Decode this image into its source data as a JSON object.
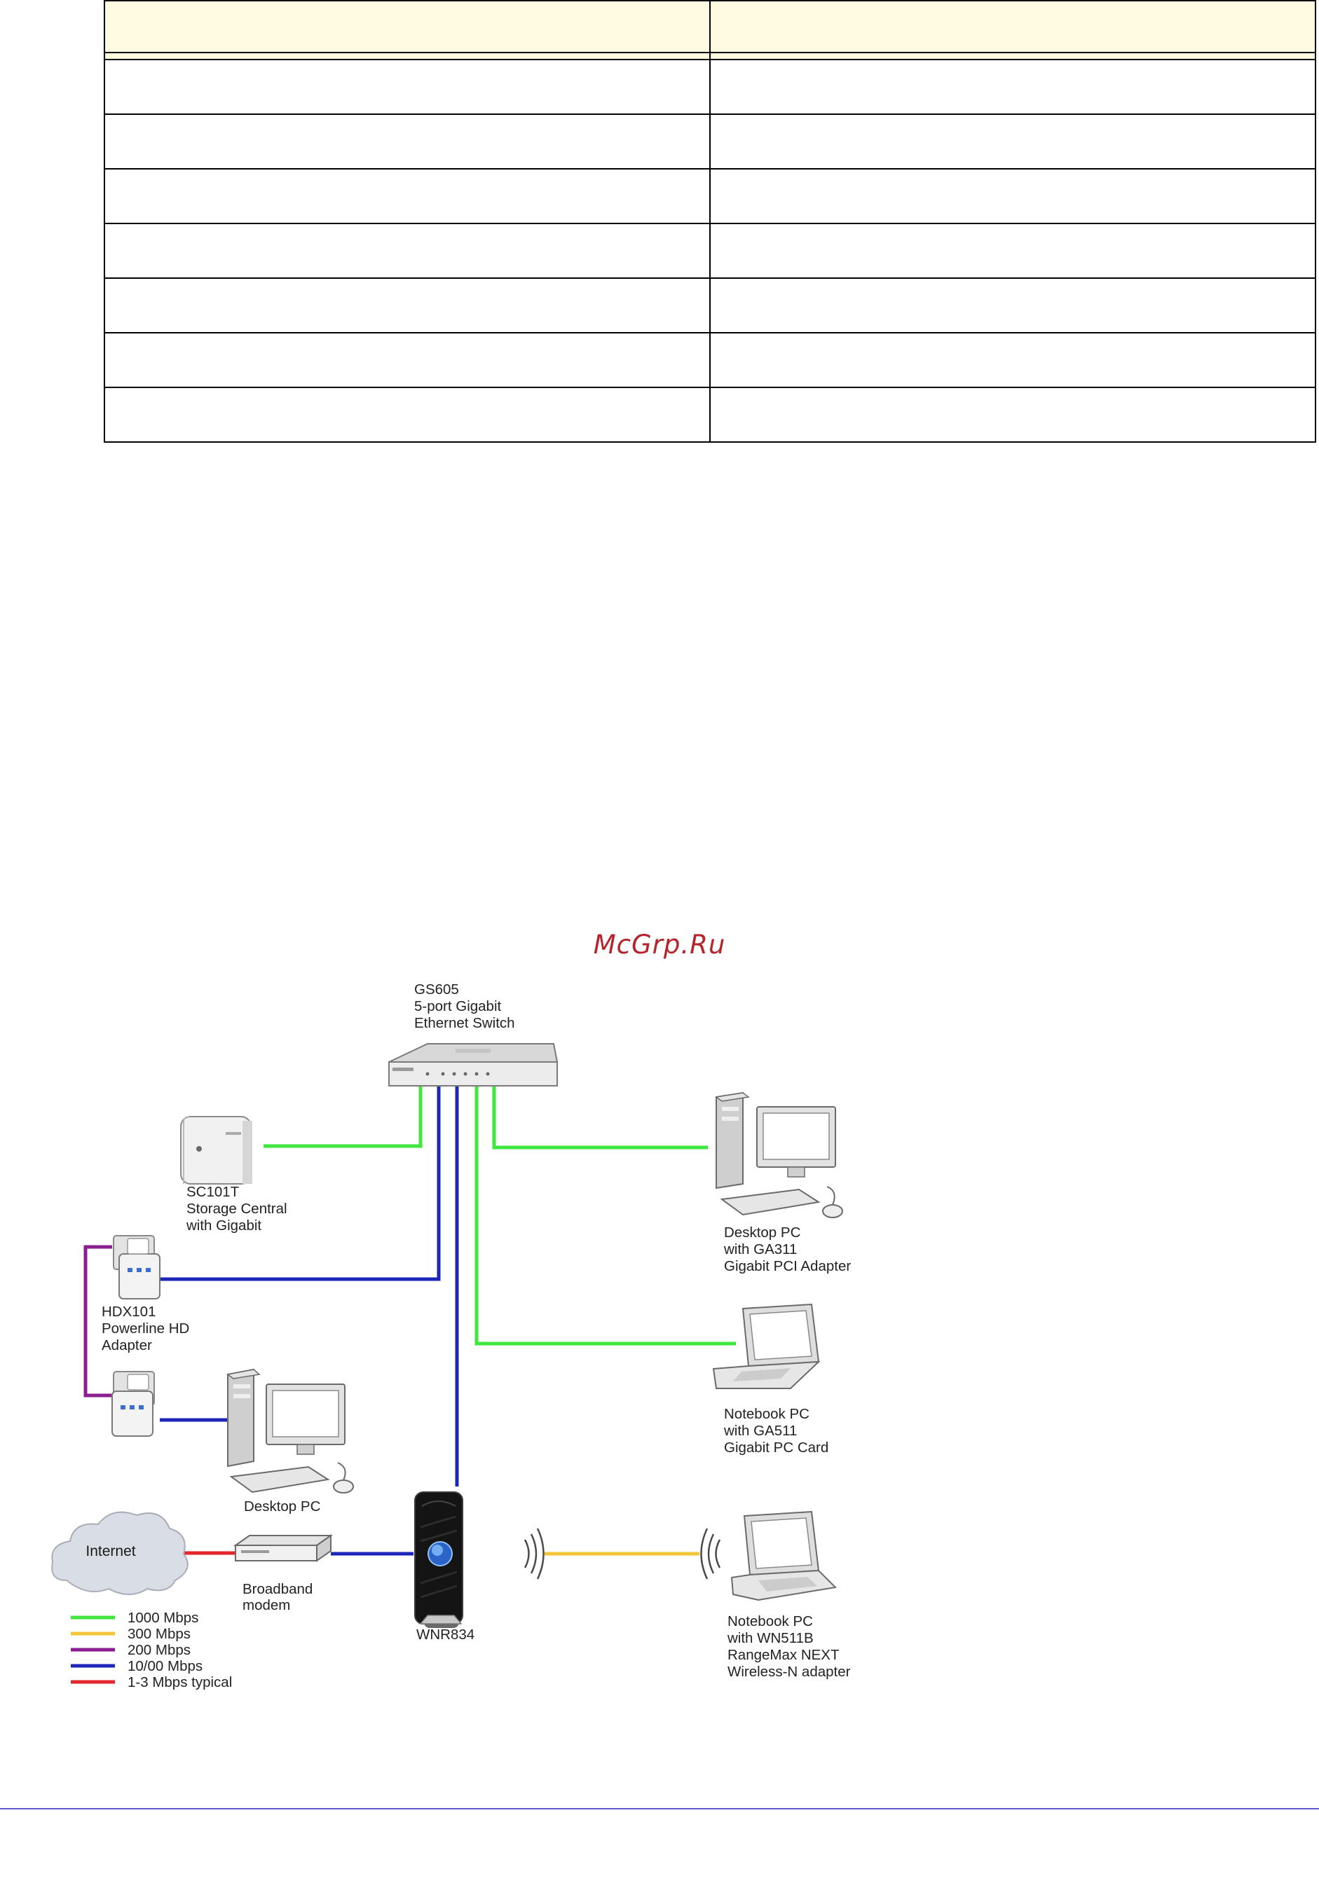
{
  "table": {
    "header": [
      "",
      ""
    ],
    "rows": [
      [
        "",
        ""
      ],
      [
        "",
        ""
      ],
      [
        "",
        ""
      ],
      [
        "",
        ""
      ],
      [
        "",
        ""
      ],
      [
        "",
        ""
      ],
      [
        "",
        ""
      ]
    ]
  },
  "watermark": "McGrp.Ru",
  "diagram": {
    "devices": {
      "switch": [
        "GS605",
        "5-port Gigabit",
        "Ethernet Switch"
      ],
      "storage": [
        "SC101T",
        "Storage Central",
        "with Gigabit"
      ],
      "powerline": [
        "HDX101",
        "Powerline HD",
        "Adapter"
      ],
      "desktop_right": [
        "Desktop PC",
        "with GA311",
        "Gigabit PCI Adapter"
      ],
      "notebook_mid": [
        "Notebook PC",
        "with GA511",
        "Gigabit PC Card"
      ],
      "desktop_left": [
        "Desktop PC"
      ],
      "internet": "Internet",
      "modem": [
        "Broadband",
        "modem"
      ],
      "router": "WNR834",
      "notebook_wireless": [
        "Notebook PC",
        "with WN511B",
        "RangeMax NEXT",
        "Wireless-N adapter"
      ]
    },
    "legend": [
      {
        "label": "1000 Mbps",
        "color": "#3ee63e"
      },
      {
        "label": "300 Mbps",
        "color": "#f2c53a"
      },
      {
        "label": "200 Mbps",
        "color": "#8b1f8f"
      },
      {
        "label": "10/00 Mbps",
        "color": "#1c27b8"
      },
      {
        "label": "1-3 Mbps typical",
        "color": "#e3262b"
      }
    ],
    "icons": [
      "switch-icon",
      "storage-icon",
      "powerline-adapter-icon",
      "desktop-pc-icon",
      "notebook-pc-icon",
      "cloud-icon",
      "modem-icon",
      "router-icon",
      "wireless-signal-icon"
    ]
  }
}
